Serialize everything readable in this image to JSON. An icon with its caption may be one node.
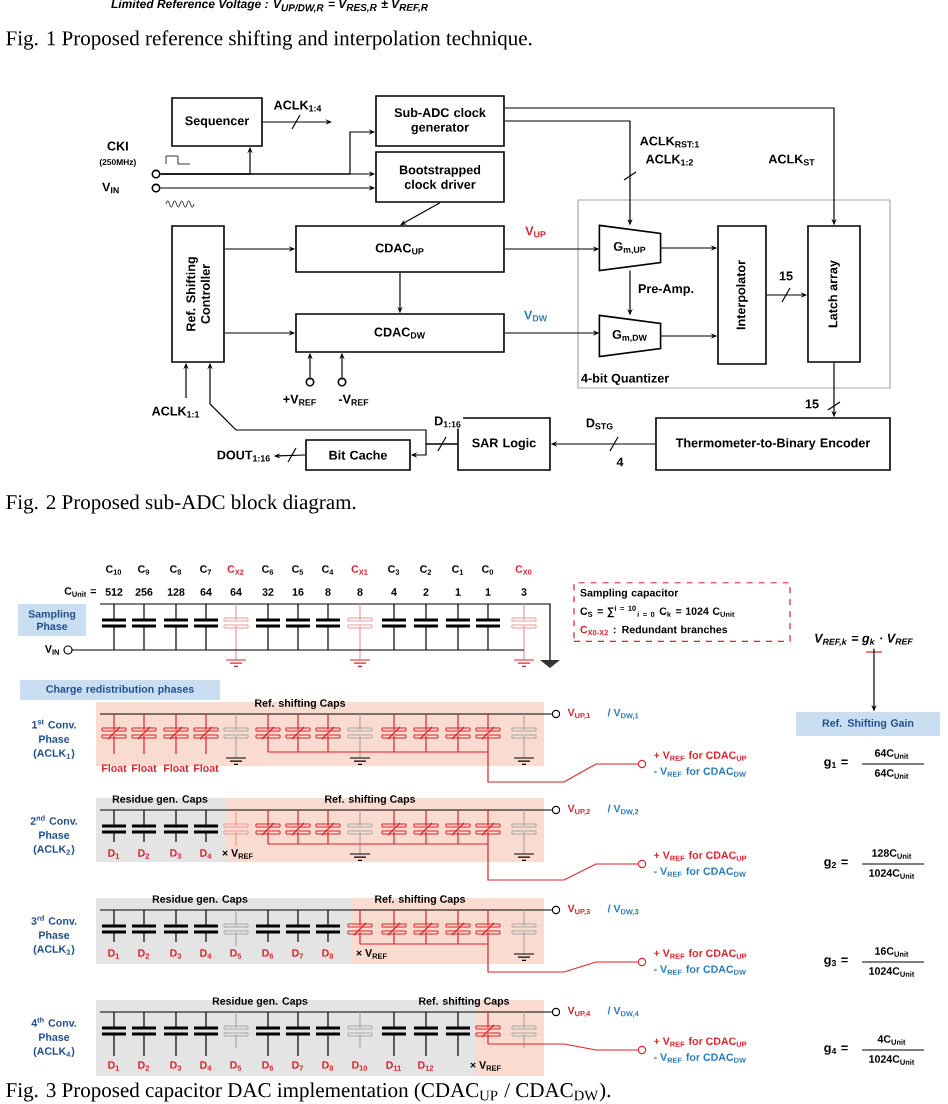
{
  "diagram": {
    "nodes": [
      {
        "text": [
          "Sequencer"
        ]
      },
      {
        "text": [
          "Sub-ADC clock generator"
        ]
      },
      {
        "text": [
          "Bootstrapped clock driver"
        ]
      },
      {
        "text": [
          "Ref. Shifting Controller"
        ]
      },
      {
        "text": [
          "CDAC$_{UP}$"
        ]
      },
      {
        "text": [
          "CDAC$_{DW}$"
        ]
      },
      {
        "text": [
          "4-bit Quantizer"
        ]
      },
      {
        "text": [
          "G$_{m,UP}$"
        ],
        "in": 6
      },
      {
        "text": [
          "G$_{m,DW}$"
        ],
        "in": 6
      },
      {
        "text": [
          "Interpolator"
        ],
        "in": 6
      },
      {
        "text": [
          "Latch array"
        ],
        "in": 6
      },
      {
        "text": [
          "Thermometer-to-Binary Encoder"
        ]
      },
      {
        "text": [
          "SAR Logic"
        ]
      },
      {
        "text": [
          "Bit Cache"
        ]
      },
      {
        "text": [
          "CKI"
        ],
        "beside": [
          "(250MHz)"
        ]
      },
      {
        "text": [
          "V$_{IN}$"
        ]
      },
      {
        "text": [
          "+V$_{REF}$"
        ]
      },
      {
        "text": [
          "-V$_{REF}$"
        ]
      },
      {
        "text": [
          "DOUT$_{1:16}$"
        ]
      },
      {
        "text": [
          "Sampling Phase"
        ]
      },
      {
        "text": [
          "Sampling capacitor",
          "C$_{S}$ = ∑$^{i = 10}$$_{i = 0}$ C$_{k}$ = 1024 C$_{Unit}$",
          "C$_{X0-X2}$",
          ": Redundant branches"
        ]
      },
      {
        "text": [
          "Charge redistribution phases"
        ]
      },
      {
        "text": [
          "V$_{REF,k}$ = g$_{k}$ · V$_{REF}$"
        ]
      },
      {
        "text": [
          "Ref. Shifting Gain"
        ]
      }
    ],
    "edges": [
      {
        "from": 0,
        "to": null,
        "arrow": "to",
        "label": "ACLK$_{1:4}$"
      },
      {
        "from": 14,
        "to": 2,
        "arrow": "to"
      },
      {
        "from": 14,
        "to": 1,
        "arrow": "to"
      },
      {
        "from": 14,
        "to": 0,
        "arrow": "to"
      },
      {
        "from": 15,
        "to": 2,
        "arrow": "to"
      },
      {
        "from": 2,
        "to": 4,
        "arrow": "to"
      },
      {
        "from": 3,
        "to": 4,
        "arrow": "to"
      },
      {
        "from": 3,
        "to": 5,
        "arrow": "to"
      },
      {
        "from": 4,
        "to": 5,
        "arrow": "to"
      },
      {
        "from": 4,
        "to": 7,
        "arrow": "to",
        "label": "V$_{UP}$"
      },
      {
        "from": 5,
        "to": 8,
        "arrow": "to",
        "label": "V$_{DW}$"
      },
      {
        "from": 7,
        "to": 8,
        "arrow": "to"
      },
      {
        "from": 7,
        "to": 9,
        "arrow": "to"
      },
      {
        "from": 8,
        "to": 9,
        "arrow": "to"
      },
      {
        "from": 9,
        "to": 10,
        "arrow": "to",
        "label": "15"
      },
      {
        "from": 10,
        "to": 11,
        "arrow": "to",
        "label": "15"
      },
      {
        "from": 11,
        "to": 12,
        "arrow": "to",
        "label": "D$_{STG}$"
      },
      {
        "from": 12,
        "to": 13,
        "arrow": "to",
        "label": "D$_{1:16}$"
      },
      {
        "from": 12,
        "to": 3,
        "arrow": "to"
      },
      {
        "from": 13,
        "to": 18,
        "arrow": "to"
      },
      {
        "from": null,
        "to": 3,
        "arrow": "to",
        "label": "ACLK$_{1:1}$"
      },
      {
        "from": 16,
        "to": 5,
        "arrow": "to"
      },
      {
        "from": 17,
        "to": 5,
        "arrow": "to"
      },
      {
        "from": 1,
        "to": 10,
        "arrow": "to",
        "label": "ACLK$_{ST}$"
      },
      {
        "from": 1,
        "to": 7,
        "arrow": "to",
        "label": "ACLK$_{RST:1}$"
      },
      {
        "from": 22,
        "to": 23,
        "arrow": "to"
      }
    ],
    "labels": [
      "Limited Reference Voltage : V$_{UP/DW,R}$ = V$_{RES,R}$ ± V$_{REF,R}$",
      "Fig. 1 Proposed reference shifting and interpolation technique.",
      "ACLK$_{1:2}$",
      "Pre-Amp.",
      "4",
      "Fig. 2 Proposed sub-ADC block diagram.",
      "C$_{10}$",
      "C$_{9}$",
      "C$_{8}$",
      "C$_{7}$",
      "C$_{X2}$",
      "C$_{6}$",
      "C$_{5}$",
      "C$_{4}$",
      "C$_{X1}$",
      "C$_{3}$",
      "C$_{2}$",
      "C$_{1}$",
      "C$_{0}$",
      "C$_{X0}$",
      "C$_{Unit}$ =",
      "512",
      "256",
      "128",
      "64",
      "64",
      "32",
      "16",
      "8",
      "8",
      "4",
      "2",
      "1",
      "1",
      "3",
      "V$_{IN}$",
      "Ref. shifting Caps",
      "V$_{UP,1}$",
      "/ V$_{DW,1}$",
      "Float",
      "Float",
      "Float",
      "Float",
      "+ V$_{REF}$ for CDAC$_{UP}$",
      "- V$_{REF}$ for CDAC$_{DW}$",
      "g$_{1}$ =",
      "64C$_{Unit}$",
      "64C$_{Unit}$",
      "1$^{st}$ Conv.",
      "Phase",
      "(ACLK$_{1}$)",
      "Residue gen. Caps",
      "Ref. shifting Caps",
      "V$_{UP,2}$",
      "/ V$_{DW,2}$",
      "D$_{1}$",
      "D$_{2}$",
      "D$_{3}$",
      "D$_{4}$",
      "× V$_{REF}$",
      "+ V$_{REF}$ for CDAC$_{UP}$",
      "- V$_{REF}$ for CDAC$_{DW}$",
      "g$_{2}$ =",
      "128C$_{Unit}$",
      "1024C$_{Unit}$",
      "2$^{nd}$ Conv.",
      "Phase",
      "(ACLK$_{2}$)",
      "Residue gen. Caps",
      "Ref. shifting Caps",
      "V$_{UP,3}$",
      "/ V$_{DW,3}$",
      "D$_{1}$",
      "D$_{2}$",
      "D$_{3}$",
      "D$_{4}$",
      "D$_{5}$",
      "D$_{6}$",
      "D$_{7}$",
      "D$_{8}$",
      "× V$_{REF}$",
      "+ V$_{REF}$ for CDAC$_{UP}$",
      "- V$_{REF}$ for CDAC$_{DW}$",
      "g$_{3}$ =",
      "16C$_{Unit}$",
      "1024C$_{Unit}$",
      "3$^{rd}$ Conv.",
      "Phase",
      "(ACLK$_{3}$)",
      "Residue gen. Caps",
      "Ref. shifting Caps",
      "V$_{UP,4}$",
      "/ V$_{DW,4}$",
      "D$_{1}$",
      "D$_{2}$",
      "D$_{3}$",
      "D$_{4}$",
      "D$_{5}$",
      "D$_{6}$",
      "D$_{7}$",
      "D$_{8}$",
      "D$_{10}$",
      "D$_{11}$",
      "D$_{12}$",
      "× V$_{REF}$",
      "+ V$_{REF}$ for CDAC$_{UP}$",
      "- V$_{REF}$ for CDAC$_{DW}$",
      "g$_{4}$ =",
      "4C$_{Unit}$",
      "1024C$_{Unit}$",
      "4$^{th}$ Conv.",
      "Phase",
      "(ACLK$_{4}$)",
      "Fig. 3 Proposed capacitor DAC implementation (CDAC$_{UP}$ / CDAC$_{DW}$)."
    ]
  }
}
